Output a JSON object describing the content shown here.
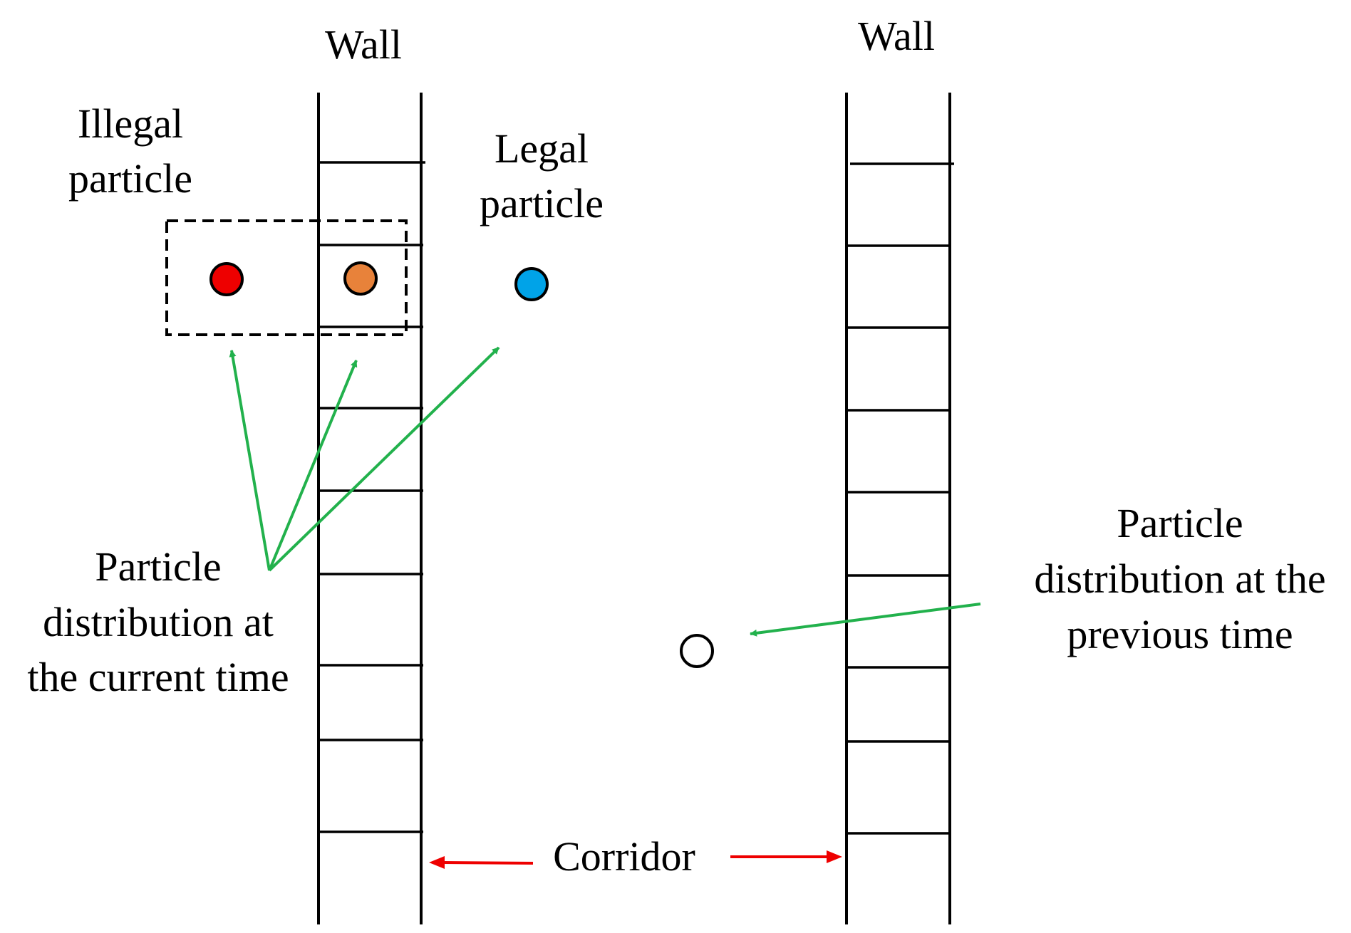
{
  "labels": {
    "wall_left": "Wall",
    "wall_right": "Wall",
    "illegal_line1": "Illegal",
    "illegal_line2": "particle",
    "legal_line1": "Legal",
    "legal_line2": "particle",
    "current_line1": "Particle",
    "current_line2": "distribution at",
    "current_line3": "the current time",
    "previous_line1": "Particle",
    "previous_line2": "distribution at the",
    "previous_line3": "previous time",
    "corridor": "Corridor"
  },
  "particles": {
    "illegal_outside": {
      "fill": "#ee0000",
      "name": "illegal particle outside wall"
    },
    "illegal_inside": {
      "fill": "#e8823a",
      "name": "illegal particle inside wall"
    },
    "legal": {
      "fill": "#00a3e8",
      "name": "legal particle"
    },
    "previous": {
      "fill": "#ffffff",
      "name": "previous particle"
    }
  },
  "colors": {
    "arrow_green": "#22b14c",
    "arrow_red": "#ee0000",
    "stroke": "#000000"
  },
  "icons": {
    "particle": "circle",
    "arrow": "arrow-icon",
    "ladder": "wall-ladder"
  }
}
